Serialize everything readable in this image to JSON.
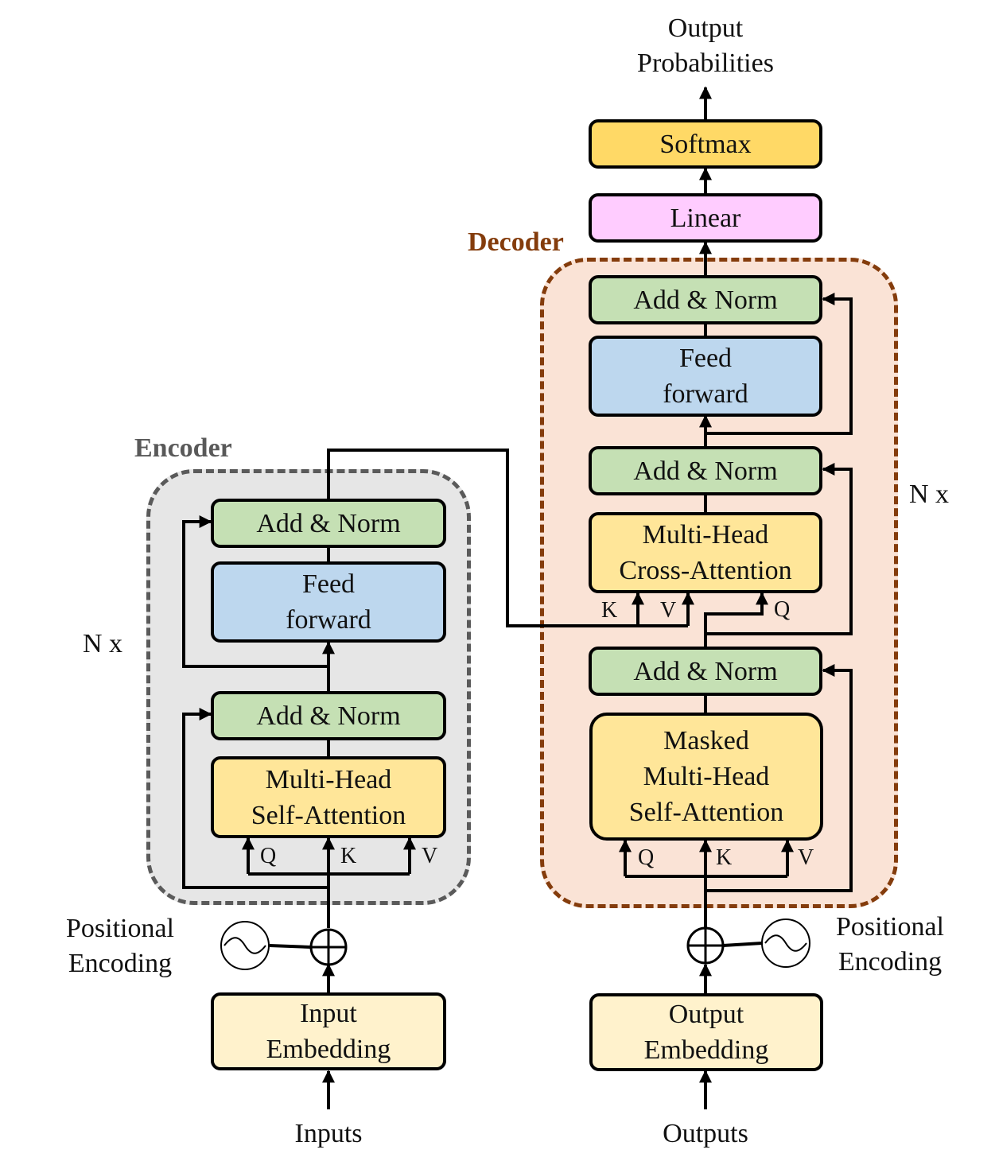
{
  "encoder": {
    "title": "Encoder",
    "nx": "N x",
    "add_norm_top": "Add & Norm",
    "feed_forward": [
      "Feed",
      "forward"
    ],
    "add_norm_bottom": "Add & Norm",
    "attention": [
      "Multi-Head",
      "Self-Attention"
    ],
    "q": "Q",
    "k": "K",
    "v": "V",
    "positional_encoding": [
      "Positional",
      "Encoding"
    ],
    "embedding": [
      "Input",
      "Embedding"
    ],
    "input_label": "Inputs"
  },
  "decoder": {
    "title": "Decoder",
    "nx": "N x",
    "add_norm_top": "Add & Norm",
    "feed_forward": [
      "Feed",
      "forward"
    ],
    "add_norm_mid": "Add & Norm",
    "cross_attention": [
      "Multi-Head",
      "Cross-Attention"
    ],
    "cross_k": "K",
    "cross_v": "V",
    "cross_q": "Q",
    "add_norm_bottom": "Add & Norm",
    "masked_attention": [
      "Masked",
      "Multi-Head",
      "Self-Attention"
    ],
    "q": "Q",
    "k": "K",
    "v": "V",
    "positional_encoding": [
      "Positional",
      "Encoding"
    ],
    "embedding": [
      "Output",
      "Embedding"
    ],
    "input_label": "Outputs"
  },
  "head": {
    "linear": "Linear",
    "softmax": "Softmax",
    "output": [
      "Output",
      "Probabilities"
    ]
  },
  "colors": {
    "add_norm": "#c5e0b4",
    "feed_forward": "#bdd7ee",
    "attention": "#ffe699",
    "embedding": "#fff2cc",
    "softmax": "#ffd966",
    "linear": "#ffccff",
    "encoder_region": "#e6e6e6",
    "decoder_region": "#fae3d6",
    "decoder_title": "#843c0c",
    "encoder_title": "#595959"
  }
}
